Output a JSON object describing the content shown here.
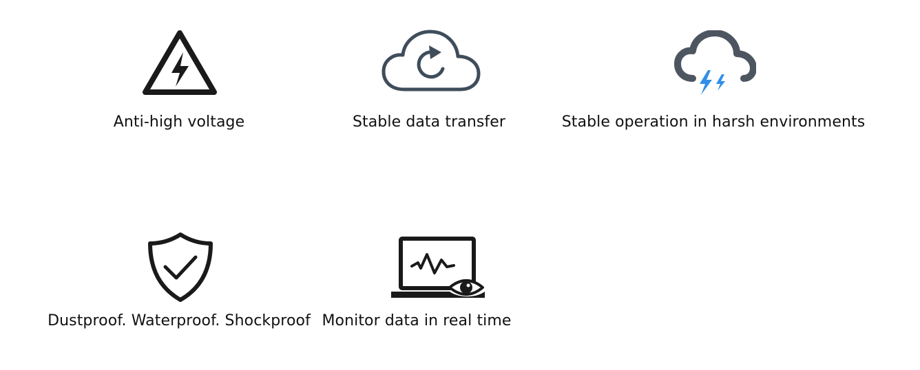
{
  "features": [
    {
      "label": "Anti-high voltage",
      "icon": "high-voltage-warning-icon"
    },
    {
      "label": "Stable data transfer",
      "icon": "cloud-sync-icon"
    },
    {
      "label": "Stable operation in harsh environments",
      "icon": "storm-cloud-icon"
    },
    {
      "label": "Dustproof. Waterproof. Shockproof",
      "icon": "shield-check-icon"
    },
    {
      "label": "Monitor data in real time",
      "icon": "laptop-monitor-icon"
    }
  ],
  "colors": {
    "text": "#111111",
    "icon_dark": "#1a1a1a",
    "cloud_slate": "#3f4d5b",
    "storm_gray": "#4d5560",
    "lightning_blue": "#2f8fe8",
    "background": "#ffffff"
  }
}
